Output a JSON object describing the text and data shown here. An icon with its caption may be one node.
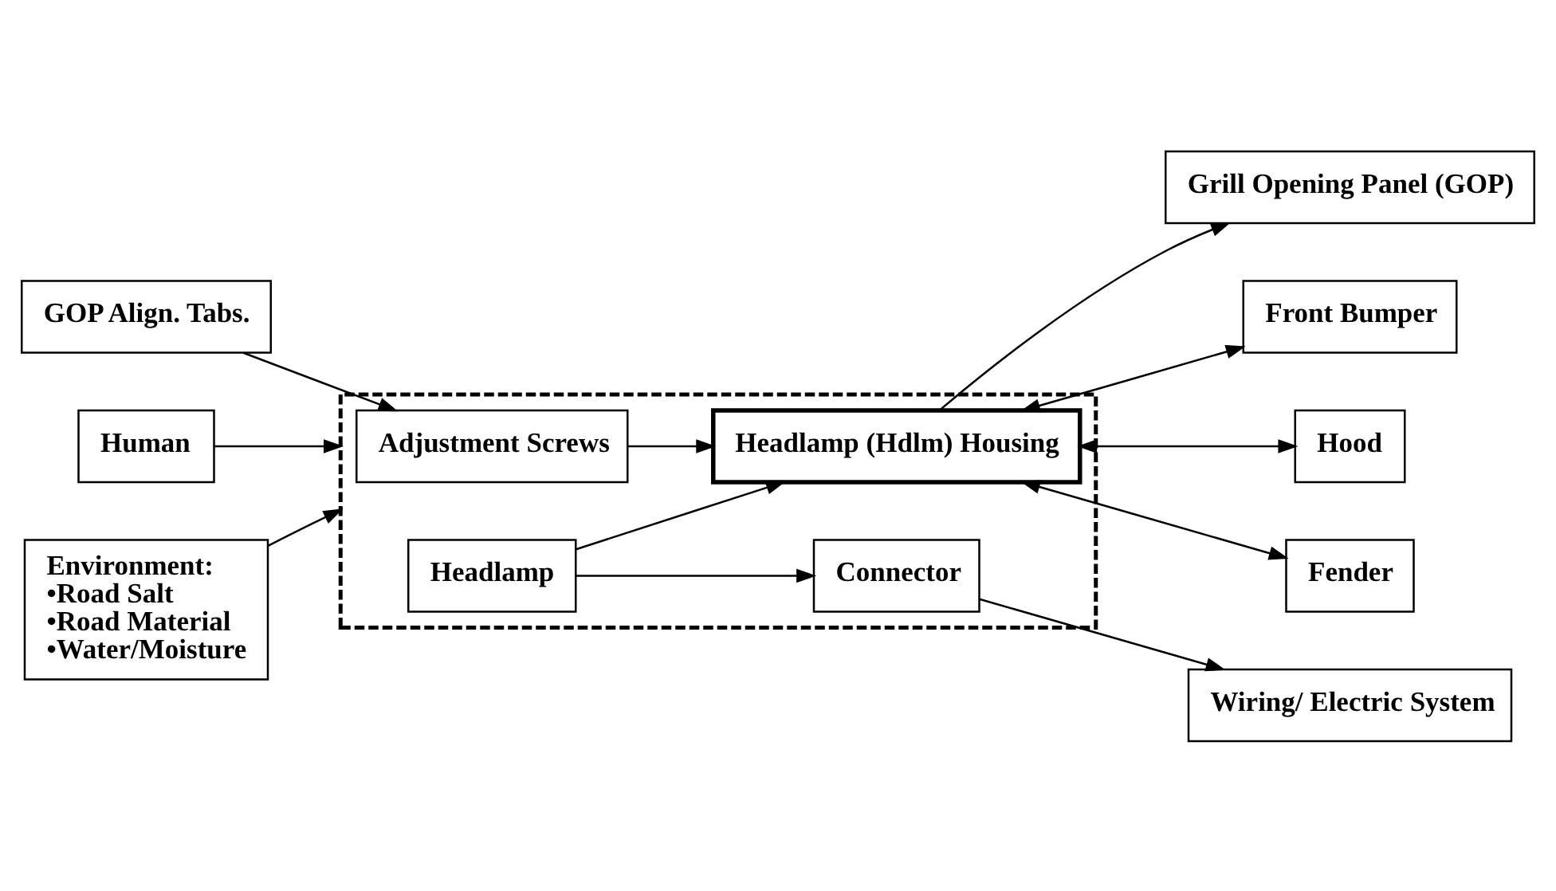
{
  "diagram": {
    "nodes": [
      {
        "text": [
          "Grill Opening Panel (GOP)"
        ]
      },
      {
        "text": [
          "Front Bumper"
        ]
      },
      {
        "text": [],
        "shape": "box"
      },
      {
        "text": [
          "Adjustment Screws"
        ],
        "in": 2
      },
      {
        "text": [
          "Headlamp (Hdlm) Housing"
        ],
        "in": 2
      },
      {
        "text": [
          "Connector"
        ],
        "in": 2
      },
      {
        "text": [
          "Headlamp"
        ],
        "in": 2
      },
      {
        "text": [
          "Hood"
        ]
      },
      {
        "text": [
          "Fender"
        ]
      },
      {
        "text": [
          "GOP Align. Tabs."
        ]
      },
      {
        "text": [
          "Human"
        ]
      },
      {
        "text": [
          "Wiring/ Electric System"
        ]
      },
      {
        "text": [
          "Environment:",
          "•Road Salt",
          "•Road Material",
          "•Water/Moisture"
        ]
      }
    ],
    "edges": [
      {
        "from": 9,
        "to": 3,
        "arrow": "to"
      },
      {
        "from": 3,
        "to": 4,
        "arrow": "to"
      },
      {
        "from": 4,
        "to": 0,
        "arrow": "to"
      },
      {
        "from": 4,
        "to": 1,
        "arrow": "both"
      },
      {
        "from": 4,
        "to": 7,
        "arrow": "both"
      },
      {
        "from": 4,
        "to": 8,
        "arrow": "both"
      },
      {
        "from": 6,
        "to": 4,
        "arrow": "to"
      },
      {
        "from": 6,
        "to": 5,
        "arrow": "to"
      },
      {
        "from": 5,
        "to": 11,
        "arrow": "to"
      },
      {
        "from": 10,
        "to": 2,
        "arrow": "to"
      },
      {
        "from": 12,
        "to": 2,
        "arrow": "to"
      }
    ]
  }
}
